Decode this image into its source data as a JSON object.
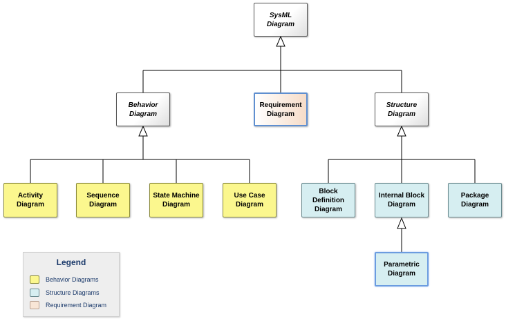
{
  "diagram": {
    "nodes": {
      "sysml": "SysML Diagram",
      "behavior": "Behavior\nDiagram",
      "requirement": "Requirement\nDiagram",
      "structure": "Structure\nDiagram",
      "activity": "Activity\nDiagram",
      "sequence": "Sequence\nDiagram",
      "state_machine": "State Machine\nDiagram",
      "use_case": "Use Case\nDiagram",
      "block_definition": "Block Definition\nDiagram",
      "internal_block": "Internal Block\nDiagram",
      "package": "Package\nDiagram",
      "parametric": "Parametric\nDiagram"
    },
    "generalizations": [
      {
        "child": "behavior",
        "parent": "sysml"
      },
      {
        "child": "requirement",
        "parent": "sysml"
      },
      {
        "child": "structure",
        "parent": "sysml"
      },
      {
        "child": "activity",
        "parent": "behavior"
      },
      {
        "child": "sequence",
        "parent": "behavior"
      },
      {
        "child": "state_machine",
        "parent": "behavior"
      },
      {
        "child": "use_case",
        "parent": "behavior"
      },
      {
        "child": "block_definition",
        "parent": "structure"
      },
      {
        "child": "internal_block",
        "parent": "structure"
      },
      {
        "child": "package",
        "parent": "structure"
      },
      {
        "child": "parametric",
        "parent": "internal_block"
      }
    ]
  },
  "legend": {
    "title": "Legend",
    "items": [
      {
        "label": "Behavior Diagrams",
        "color": "#fbf78e",
        "border": "#8a8a3a"
      },
      {
        "label": "Structure Diagrams",
        "color": "#d6eef1",
        "border": "#6a8a8f"
      },
      {
        "label": "Requirement Diagram",
        "color": "#f8e6d6",
        "border": "#b8a090"
      }
    ]
  },
  "colors": {
    "behavior_fill": "#fbf78e",
    "structure_fill": "#d6eef1",
    "requirement_fill": "#f8e6d6",
    "selection_border": "#5f8fd0",
    "legend_text": "#1b3a6b"
  }
}
